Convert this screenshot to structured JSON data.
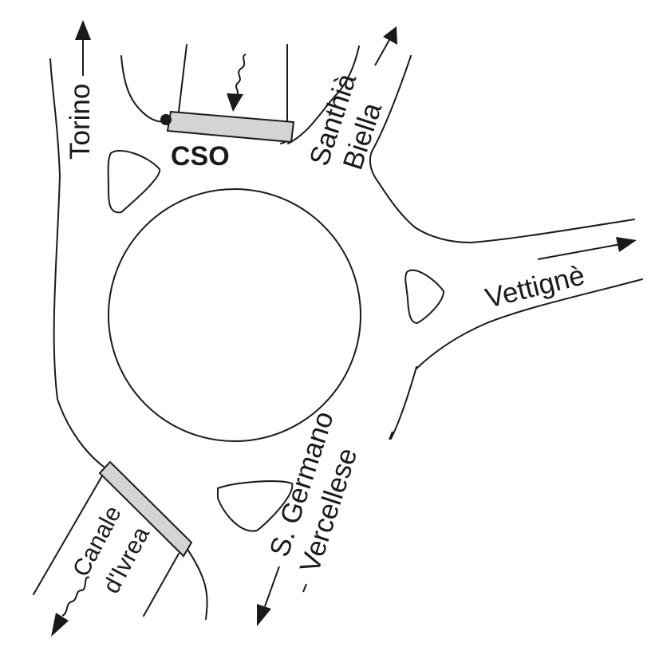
{
  "labels": {
    "torino": "Torino",
    "santhia": "Santhià",
    "biella": "Biella",
    "cso": "CSO",
    "vettigne": "Vettignè",
    "sgermano": "S. Germano",
    "vercellese": "Vercellese",
    "canale": "Canale",
    "divrea": "d'Ivrea"
  },
  "colors": {
    "line": "#1a1a1a",
    "structure_fill": "#d4d4d4",
    "background": "#ffffff"
  }
}
